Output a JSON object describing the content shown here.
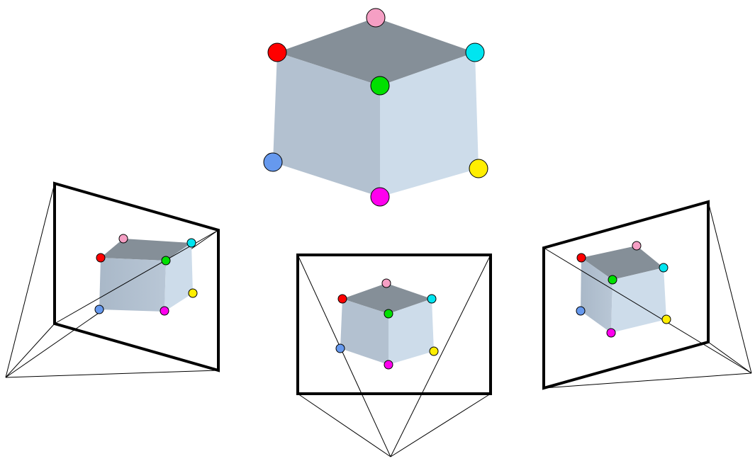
{
  "colors": {
    "background": "#ffffff",
    "cube_top": "#858f98",
    "cube_left": "#b3c1d0",
    "cube_right": "#cddcea",
    "frame": "#000000",
    "ray": "#000000",
    "vertex_stroke": "#000000"
  },
  "vertices": [
    {
      "name": "top-back",
      "color": "#f59fc4"
    },
    {
      "name": "top-left",
      "color": "#ff0000"
    },
    {
      "name": "top-right",
      "color": "#00e5f0"
    },
    {
      "name": "top-front",
      "color": "#00e000"
    },
    {
      "name": "bottom-left",
      "color": "#6699ee"
    },
    {
      "name": "bottom-right",
      "color": "#ffee00"
    },
    {
      "name": "bottom-front",
      "color": "#ff00ee"
    }
  ],
  "views": [
    {
      "name": "left-camera-view"
    },
    {
      "name": "center-camera-view"
    },
    {
      "name": "right-camera-view"
    }
  ]
}
